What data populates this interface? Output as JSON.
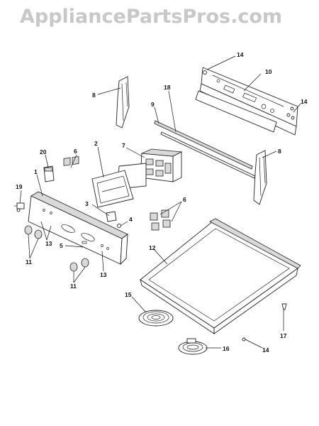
{
  "watermark": {
    "text": "AppliancePartsPros.com"
  },
  "callouts": [
    "14",
    "10",
    "8",
    "18",
    "9",
    "14",
    "2",
    "7",
    "6",
    "20",
    "1",
    "8",
    "19",
    "3",
    "6",
    "4",
    "13",
    "12",
    "5",
    "13",
    "11",
    "11",
    "15",
    "17",
    "16",
    "14"
  ]
}
